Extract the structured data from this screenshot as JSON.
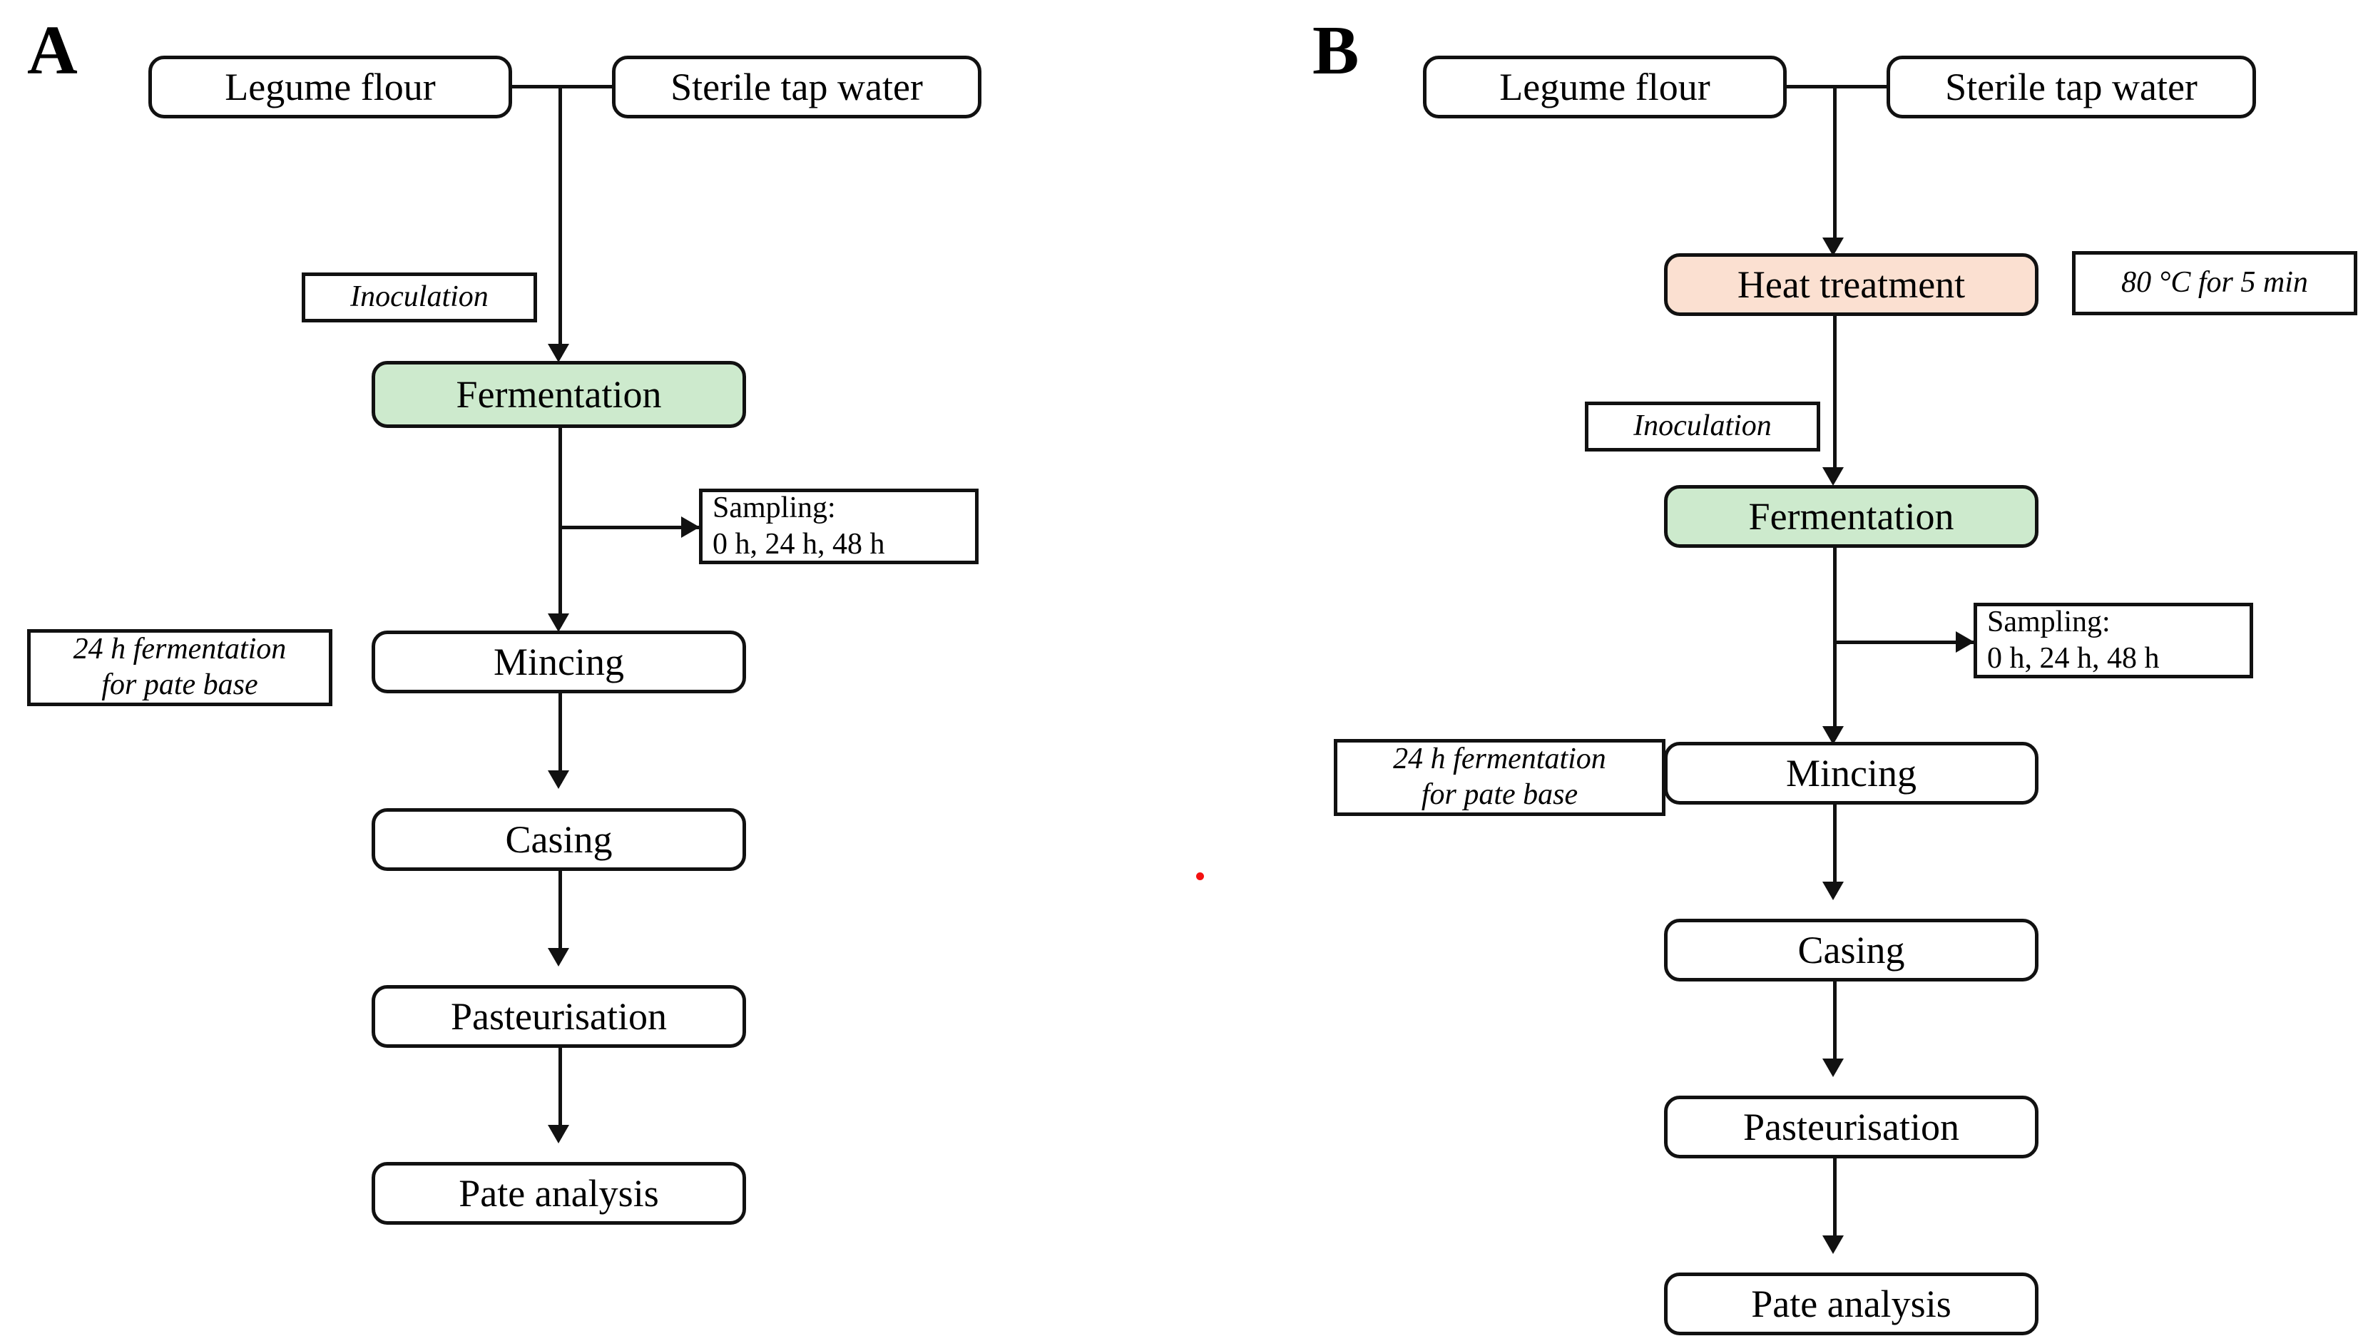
{
  "figure": {
    "type": "process-flow-diagram",
    "background_color": "#ffffff",
    "stroke_color": "#111111",
    "accent_colors": {
      "fermentation_fill": "#cdeacd",
      "heat_treatment_fill": "#fbe0d1",
      "node_fill": "#ffffff",
      "marker_dot": "#f41111"
    }
  },
  "panels": [
    {
      "letter": "A",
      "nodes": {
        "legume_flour": "Legume flour",
        "sterile_tap_water": "Sterile tap water",
        "fermentation": "Fermentation",
        "mincing": "Mincing",
        "casing": "Casing",
        "pasteurisation": "Pasteurisation",
        "pate_analysis": "Pate analysis"
      },
      "notes": {
        "inoculation": "Inoculation",
        "fermentation_time": "24 h fermentation\nfor pate base"
      },
      "sampling": {
        "title": "Sampling:",
        "times": "0 h, 24 h, 48 h"
      }
    },
    {
      "letter": "B",
      "nodes": {
        "legume_flour": "Legume flour",
        "sterile_tap_water": "Sterile tap water",
        "heat_treatment": "Heat treatment",
        "fermentation": "Fermentation",
        "mincing": "Mincing",
        "casing": "Casing",
        "pasteurisation": "Pasteurisation",
        "pate_analysis": "Pate analysis"
      },
      "notes": {
        "heat_conditions": "80 °C for 5 min",
        "inoculation": "Inoculation",
        "fermentation_time": "24 h fermentation\nfor pate base"
      },
      "sampling": {
        "title": "Sampling:",
        "times": "0 h, 24 h, 48 h"
      }
    }
  ]
}
